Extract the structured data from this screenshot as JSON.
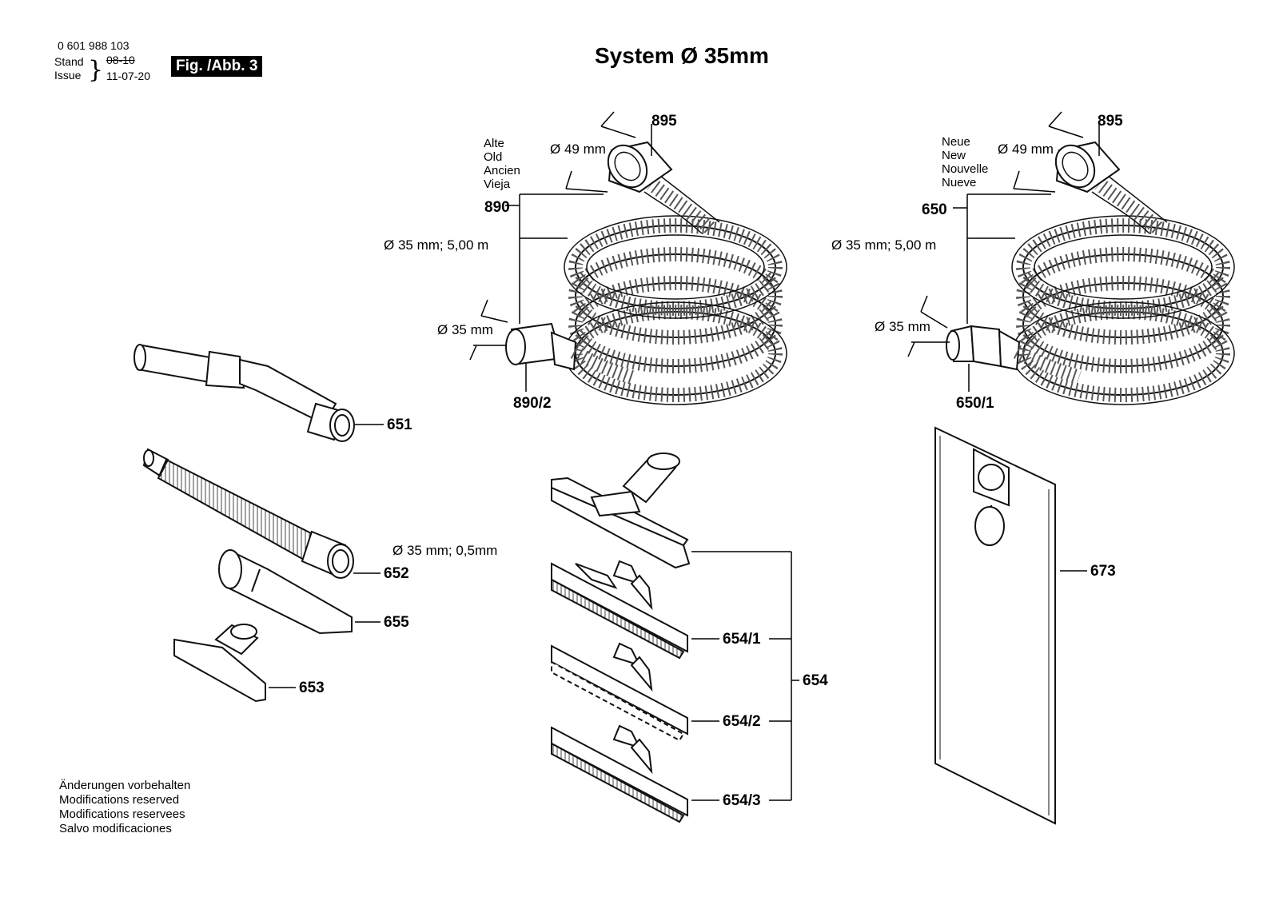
{
  "header": {
    "part_number": "0 601 988 103",
    "stand_label": "Stand",
    "issue_label": "Issue",
    "old_date": "08-10",
    "issue_date": "11-07-20",
    "figure_label": "Fig. /Abb. 3",
    "title": "System Ø 35mm"
  },
  "hose_old": {
    "label_lines": [
      "Alte",
      "Old",
      "Ancien",
      "Vieja"
    ],
    "part": "890",
    "end_part": "890/2",
    "cuff_part": "895",
    "cuff_dia": "Ø 49 mm",
    "hose_spec": "Ø 35 mm; 5,00 m",
    "end_dia": "Ø 35 mm"
  },
  "hose_new": {
    "label_lines": [
      "Neue",
      "New",
      "Nouvelle",
      "Nueve"
    ],
    "part": "650",
    "end_part": "650/1",
    "cuff_part": "895",
    "cuff_dia": "Ø 49 mm",
    "hose_spec": "Ø 35 mm; 5,00 m",
    "end_dia": "Ø 35 mm"
  },
  "accessories": {
    "elbow": "651",
    "tube": "652",
    "tube_spec": "Ø 35 mm; 0,5mm",
    "crevice": "655",
    "small_nozzle": "653",
    "floor_set": "654",
    "floor_1": "654/1",
    "floor_2": "654/2",
    "floor_3": "654/3",
    "filter_bag": "673"
  },
  "footer": {
    "notes": [
      "Änderungen vorbehalten",
      "Modifications reserved",
      "Modifications reservees",
      "Salvo modificaciones"
    ]
  }
}
